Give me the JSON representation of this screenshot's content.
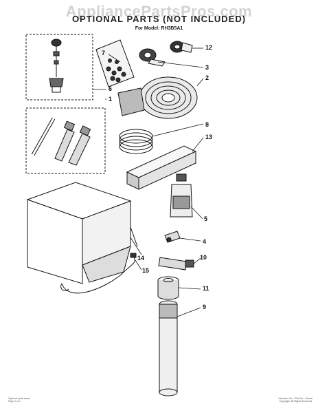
{
  "watermark": "AppliancePartsPros.com",
  "title": "OPTIONAL PARTS (NOT INCLUDED)",
  "subtitle": "For Model: RH3B5A1",
  "callouts": [
    "7",
    "12",
    "3",
    "2",
    "6",
    "1",
    "8",
    "13",
    "5",
    "4",
    "14",
    "10",
    "15",
    "11",
    "9"
  ],
  "footer": {
    "left_line1": "Optional parts sheet",
    "left_line2": "Page 1 of 1",
    "right_line1": "Literature No. / Part No. / Model",
    "right_line2": "Copyright. All Rights Reserved."
  }
}
